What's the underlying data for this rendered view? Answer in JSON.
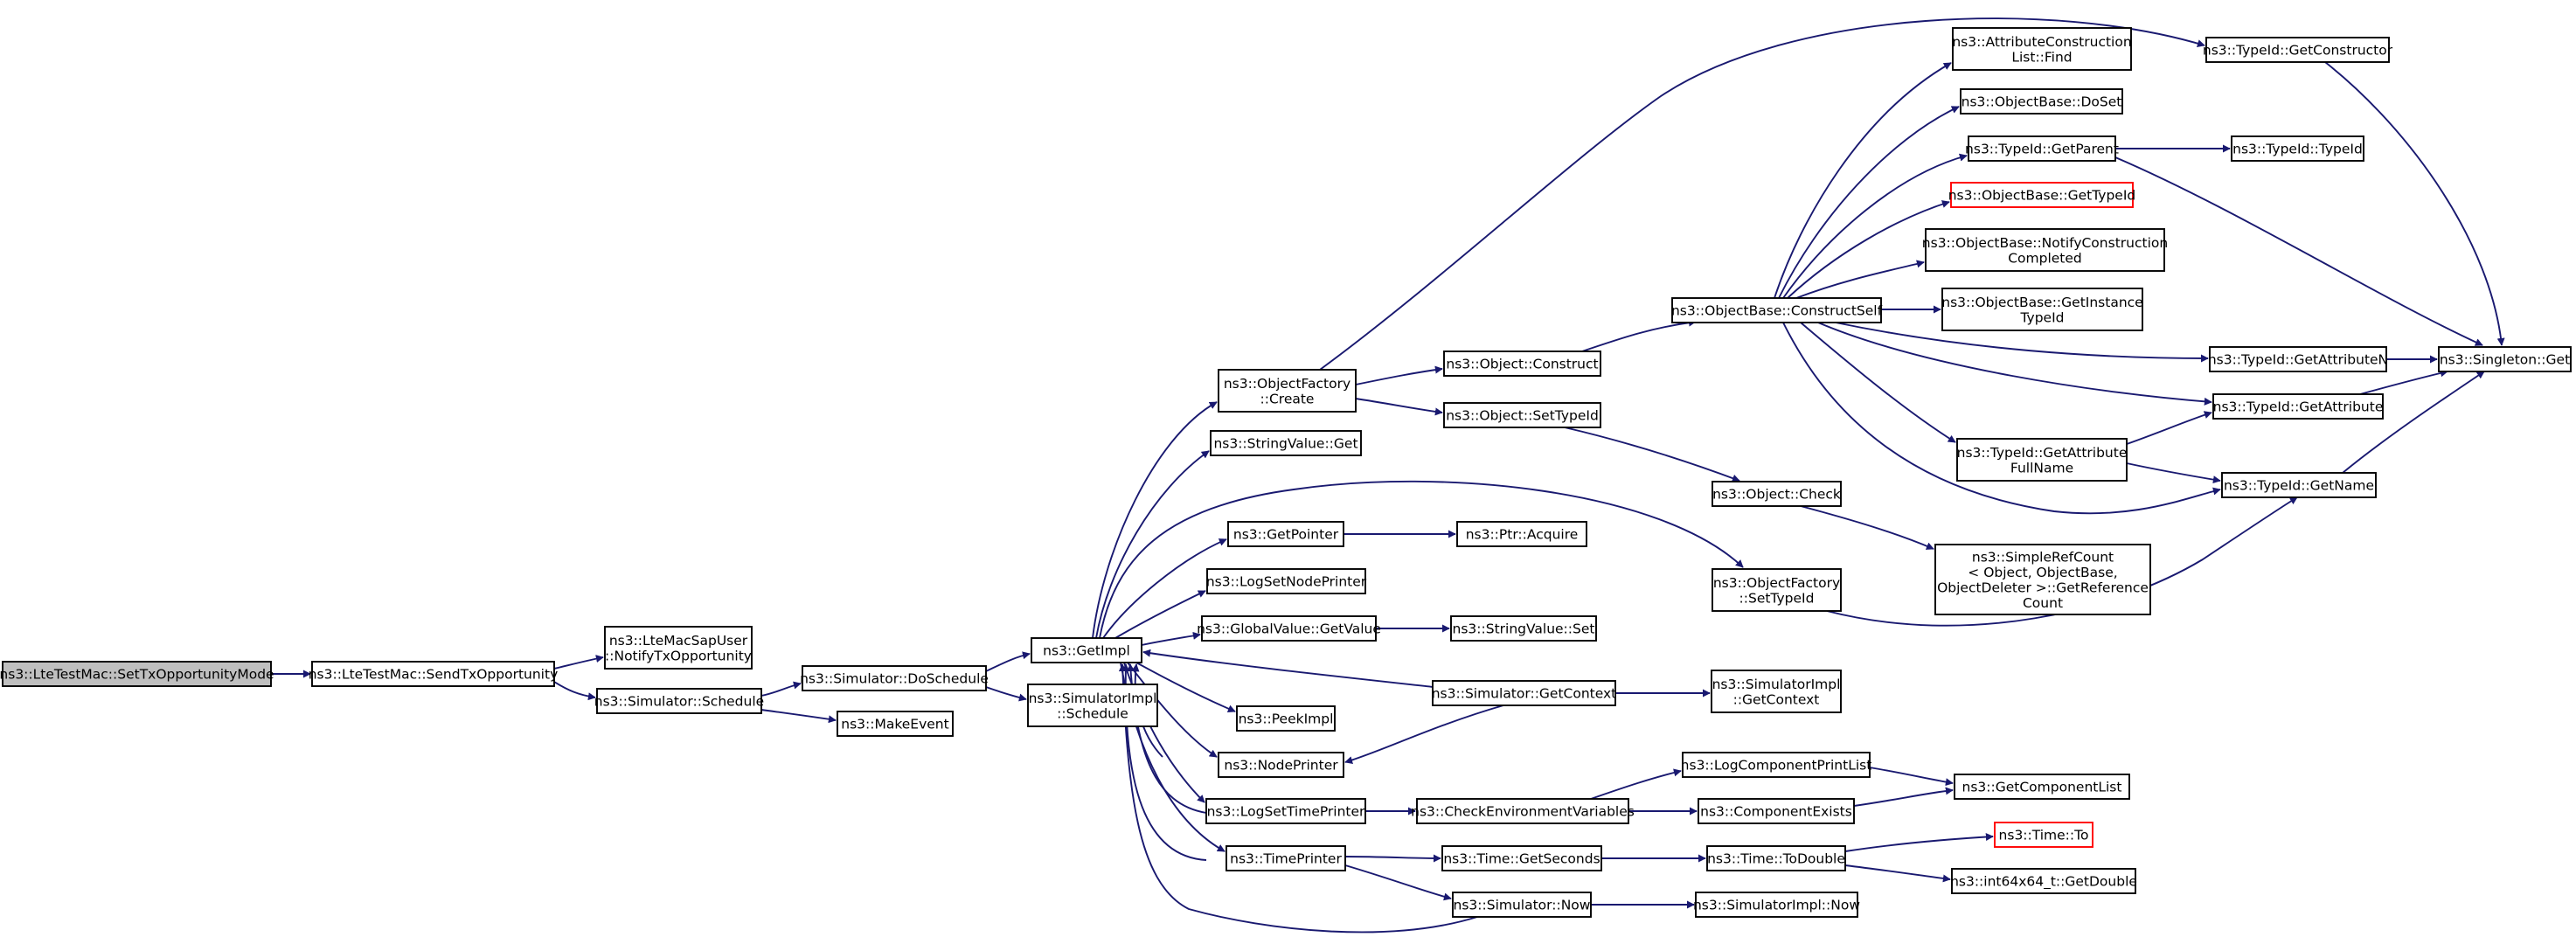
{
  "graph": {
    "colors": {
      "edge": "#191970",
      "node_border": "#000000",
      "highlight_fill": "#bfbfbf",
      "undocumented_border": "#ff0000"
    },
    "nodes": [
      {
        "id": "n_sto",
        "lines": [
          "ns3::LteTestMac::SetTxOpportunityMode"
        ],
        "highlight": true
      },
      {
        "id": "n_sendtx",
        "lines": [
          "ns3::LteTestMac::SendTxOpportunity"
        ]
      },
      {
        "id": "n_notify",
        "lines": [
          "ns3::LteMacSapUser",
          "::NotifyTxOpportunity"
        ]
      },
      {
        "id": "n_schedule",
        "lines": [
          "ns3::Simulator::Schedule"
        ]
      },
      {
        "id": "n_doschedule",
        "lines": [
          "ns3::Simulator::DoSchedule"
        ]
      },
      {
        "id": "n_makeevent",
        "lines": [
          "ns3::MakeEvent"
        ]
      },
      {
        "id": "n_getimpl",
        "lines": [
          "ns3::GetImpl"
        ]
      },
      {
        "id": "n_simimplsched",
        "lines": [
          "ns3::SimulatorImpl",
          "::Schedule"
        ]
      },
      {
        "id": "n_ofcreate",
        "lines": [
          "ns3::ObjectFactory",
          "::Create"
        ]
      },
      {
        "id": "n_strget",
        "lines": [
          "ns3::StringValue::Get"
        ]
      },
      {
        "id": "n_getpointer",
        "lines": [
          "ns3::GetPointer"
        ]
      },
      {
        "id": "n_logsetnode",
        "lines": [
          "ns3::LogSetNodePrinter"
        ]
      },
      {
        "id": "n_gvgetvalue",
        "lines": [
          "ns3::GlobalValue::GetValue"
        ]
      },
      {
        "id": "n_peekimpl",
        "lines": [
          "ns3::PeekImpl"
        ]
      },
      {
        "id": "n_nodeprinter",
        "lines": [
          "ns3::NodePrinter"
        ]
      },
      {
        "id": "n_logsettime",
        "lines": [
          "ns3::LogSetTimePrinter"
        ]
      },
      {
        "id": "n_timeprinter",
        "lines": [
          "ns3::TimePrinter"
        ]
      },
      {
        "id": "n_objconstruct",
        "lines": [
          "ns3::Object::Construct"
        ]
      },
      {
        "id": "n_objsettypeid",
        "lines": [
          "ns3::Object::SetTypeId"
        ]
      },
      {
        "id": "n_ptracquire",
        "lines": [
          "ns3::Ptr::Acquire"
        ]
      },
      {
        "id": "n_strset",
        "lines": [
          "ns3::StringValue::Set"
        ]
      },
      {
        "id": "n_simgetctx",
        "lines": [
          "ns3::Simulator::GetContext"
        ]
      },
      {
        "id": "n_checkenv",
        "lines": [
          "ns3::CheckEnvironmentVariables"
        ]
      },
      {
        "id": "n_getseconds",
        "lines": [
          "ns3::Time::GetSeconds"
        ]
      },
      {
        "id": "n_simnow",
        "lines": [
          "ns3::Simulator::Now"
        ]
      },
      {
        "id": "n_constructself",
        "lines": [
          "ns3::ObjectBase::ConstructSelf"
        ]
      },
      {
        "id": "n_objcheck",
        "lines": [
          "ns3::Object::Check"
        ]
      },
      {
        "id": "n_ofsettypeid",
        "lines": [
          "ns3::ObjectFactory",
          "::SetTypeId"
        ]
      },
      {
        "id": "n_simimplgetctx",
        "lines": [
          "ns3::SimulatorImpl",
          "::GetContext"
        ]
      },
      {
        "id": "n_logcompprint",
        "lines": [
          "ns3::LogComponentPrintList"
        ]
      },
      {
        "id": "n_compexists",
        "lines": [
          "ns3::ComponentExists"
        ]
      },
      {
        "id": "n_todouble",
        "lines": [
          "ns3::Time::ToDouble"
        ]
      },
      {
        "id": "n_simimplnow",
        "lines": [
          "ns3::SimulatorImpl::Now"
        ]
      },
      {
        "id": "n_aclfind",
        "lines": [
          "ns3::AttributeConstruction",
          "List::Find"
        ]
      },
      {
        "id": "n_doset",
        "lines": [
          "ns3::ObjectBase::DoSet"
        ]
      },
      {
        "id": "n_getparent",
        "lines": [
          "ns3::TypeId::GetParent"
        ]
      },
      {
        "id": "n_obgettypeid",
        "lines": [
          "ns3::ObjectBase::GetTypeId"
        ],
        "undocumented": true
      },
      {
        "id": "n_notifycc",
        "lines": [
          "ns3::ObjectBase::NotifyConstruction",
          "Completed"
        ]
      },
      {
        "id": "n_getinsttid",
        "lines": [
          "ns3::ObjectBase::GetInstance",
          "TypeId"
        ]
      },
      {
        "id": "n_getattrfull",
        "lines": [
          "ns3::TypeId::GetAttribute",
          "FullName"
        ]
      },
      {
        "id": "n_srcgetref",
        "lines": [
          "ns3::SimpleRefCount",
          "< Object, ObjectBase,",
          " ObjectDeleter >::GetReference",
          "Count"
        ]
      },
      {
        "id": "n_getcomplist",
        "lines": [
          "ns3::GetComponentList"
        ]
      },
      {
        "id": "n_timeto",
        "lines": [
          "ns3::Time::To"
        ],
        "undocumented": true
      },
      {
        "id": "n_int64",
        "lines": [
          "ns3::int64x64_t::GetDouble"
        ]
      },
      {
        "id": "n_getconstructor",
        "lines": [
          "ns3::TypeId::GetConstructor"
        ]
      },
      {
        "id": "n_typeid",
        "lines": [
          "ns3::TypeId::TypeId"
        ]
      },
      {
        "id": "n_getattrn",
        "lines": [
          "ns3::TypeId::GetAttributeN"
        ]
      },
      {
        "id": "n_getattribute",
        "lines": [
          "ns3::TypeId::GetAttribute"
        ]
      },
      {
        "id": "n_getname",
        "lines": [
          "ns3::TypeId::GetName"
        ]
      },
      {
        "id": "n_singleton",
        "lines": [
          "ns3::Singleton::Get"
        ]
      }
    ]
  }
}
